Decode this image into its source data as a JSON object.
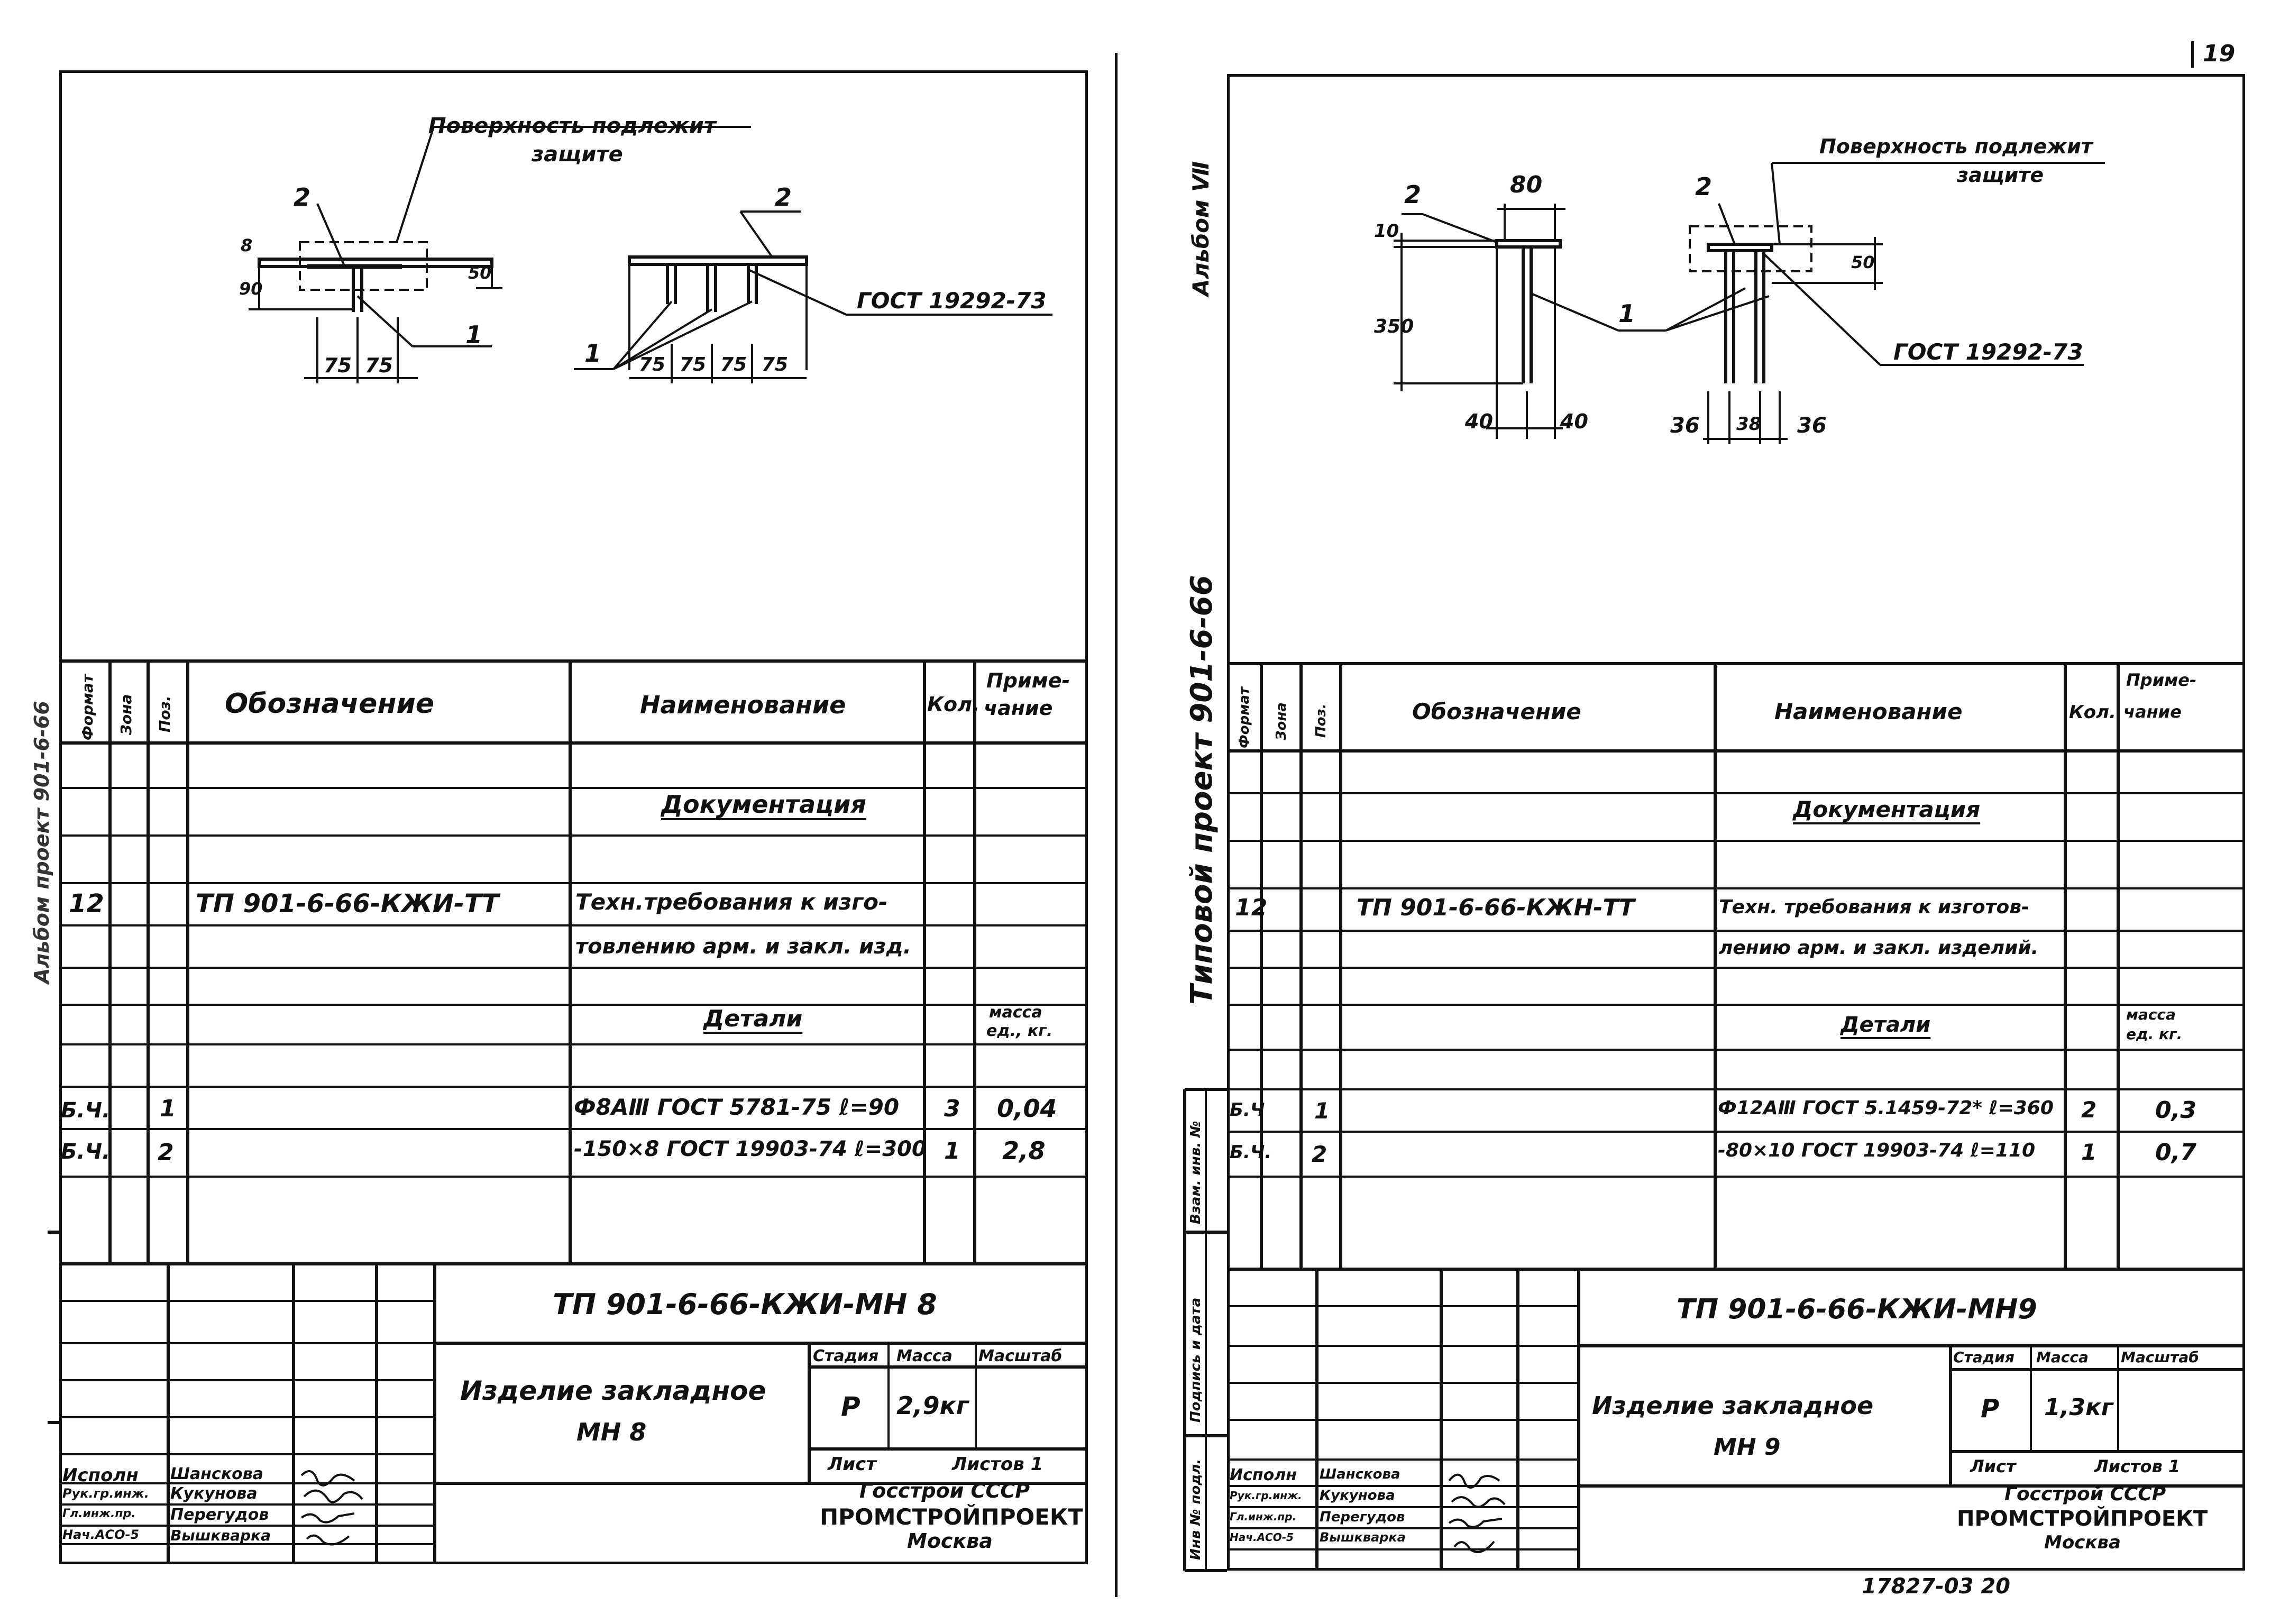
{
  "page_number": "19",
  "bottom_ref": "17827-03  20",
  "left_side_text": "Альбом проект 901-6-66",
  "right_side": {
    "album": "Альбом Ⅶ",
    "project": "Типовой проект 901-6-66"
  },
  "right_stamp_vertical": [
    "Инв № подл.",
    "Подпись и дата",
    "Взам. инв. №"
  ],
  "headers": {
    "format": "Формат",
    "zone": "Зона",
    "pos": "Поз.",
    "designation": "Обозначение",
    "name": "Наименование",
    "qty": "Кол.",
    "note_line1": "Приме-",
    "note_line2": "чание"
  },
  "left_sheet": {
    "drawing": {
      "surface_note_line1": "Поверхность подлежит",
      "surface_note_line2": "защите",
      "label_2a": "2",
      "label_2b": "2",
      "label_1a": "1",
      "label_1b": "1",
      "gost": "ГОСТ 19292-73",
      "dim_8": "8",
      "dim_90": "90",
      "dim_50": "50",
      "dim_75a": "75",
      "dim_75b": "75",
      "dim_75c": "75",
      "dim_75d": "75",
      "dim_75e": "75",
      "dim_75f": "75"
    },
    "spec": {
      "section_docs": "Документация",
      "doc_format": "12",
      "doc_designation": "ТП 901-6-66-КЖИ-ТТ",
      "doc_name_line1": "Техн.требования к изго-",
      "doc_name_line2": "товлению арм. и закл. изд.",
      "section_details": "Детали",
      "mass_line1": "масса",
      "mass_line2": "ед., кг.",
      "rows": [
        {
          "format": "Б.Ч.",
          "pos": "1",
          "name": "Ф8АⅢ ГОСТ 5781-75  ℓ=90",
          "qty": "3",
          "note": "0,04"
        },
        {
          "format": "Б.Ч.",
          "pos": "2",
          "name": "-150×8 ГОСТ 19903-74 ℓ=300",
          "qty": "1",
          "note": "2,8"
        }
      ]
    },
    "title_block": {
      "code": "ТП 901-6-66-КЖИ-МН 8",
      "title_line1": "Изделие закладное",
      "title_line2": "МН 8",
      "stage_label": "Стадия",
      "mass_label": "Масса",
      "scale_label": "Масштаб",
      "stage": "Р",
      "mass": "2,9кг",
      "sheet_label": "Лист",
      "sheets_label": "Листов 1",
      "org_line1": "Госстрой СССР",
      "org_line2": "ПРОМСТРОЙПРОЕКТ",
      "org_line3": "Москва",
      "people": [
        {
          "role": "Исполн",
          "name": "Шанскова"
        },
        {
          "role": "Рук.гр.инж.",
          "name": "Кукунова"
        },
        {
          "role": "Гл.инж.пр.",
          "name": "Перегудов"
        },
        {
          "role": "Нач.АСО-5",
          "name": "Вышкварка"
        }
      ]
    }
  },
  "right_sheet": {
    "drawing": {
      "surface_note_line1": "Поверхность подлежит",
      "surface_note_line2": "защите",
      "label_2a": "2",
      "label_2b": "2",
      "label_1": "1",
      "gost": "ГОСТ 19292-73",
      "dim_80": "80",
      "dim_10": "10",
      "dim_350": "350",
      "dim_50": "50",
      "dim_40a": "40",
      "dim_40b": "40",
      "dim_36a": "36",
      "dim_38": "38",
      "dim_36b": "36"
    },
    "spec": {
      "section_docs": "Документация",
      "doc_format": "12",
      "doc_designation": "ТП 901-6-66-КЖН-ТТ",
      "doc_name_line1": "Техн. требования к изготов-",
      "doc_name_line2": "лению арм. и закл. изделий.",
      "section_details": "Детали",
      "mass_line1": "масса",
      "mass_line2": "ед. кг.",
      "rows": [
        {
          "format": "Б.Ч",
          "pos": "1",
          "name": "Ф12АⅢ ГОСТ 5.1459-72* ℓ=360",
          "qty": "2",
          "note": "0,3"
        },
        {
          "format": "Б.Ч.",
          "pos": "2",
          "name": "-80×10 ГОСТ 19903-74 ℓ=110",
          "qty": "1",
          "note": "0,7"
        }
      ]
    },
    "title_block": {
      "code": "ТП 901-6-66-КЖИ-МН9",
      "title_line1": "Изделие закладное",
      "title_line2": "МН 9",
      "stage_label": "Стадия",
      "mass_label": "Масса",
      "scale_label": "Масштаб",
      "stage": "Р",
      "mass": "1,3кг",
      "sheet_label": "Лист",
      "sheets_label": "Листов 1",
      "org_line1": "Госстрой СССР",
      "org_line2": "ПРОМСТРОЙПРОЕКТ",
      "org_line3": "Москва",
      "people": [
        {
          "role": "Исполн",
          "name": "Шанскова"
        },
        {
          "role": "Рук.гр.инж.",
          "name": "Кукунова"
        },
        {
          "role": "Гл.инж.пр.",
          "name": "Перегудов"
        },
        {
          "role": "Нач.АСО-5",
          "name": "Вышкварка"
        }
      ]
    }
  }
}
